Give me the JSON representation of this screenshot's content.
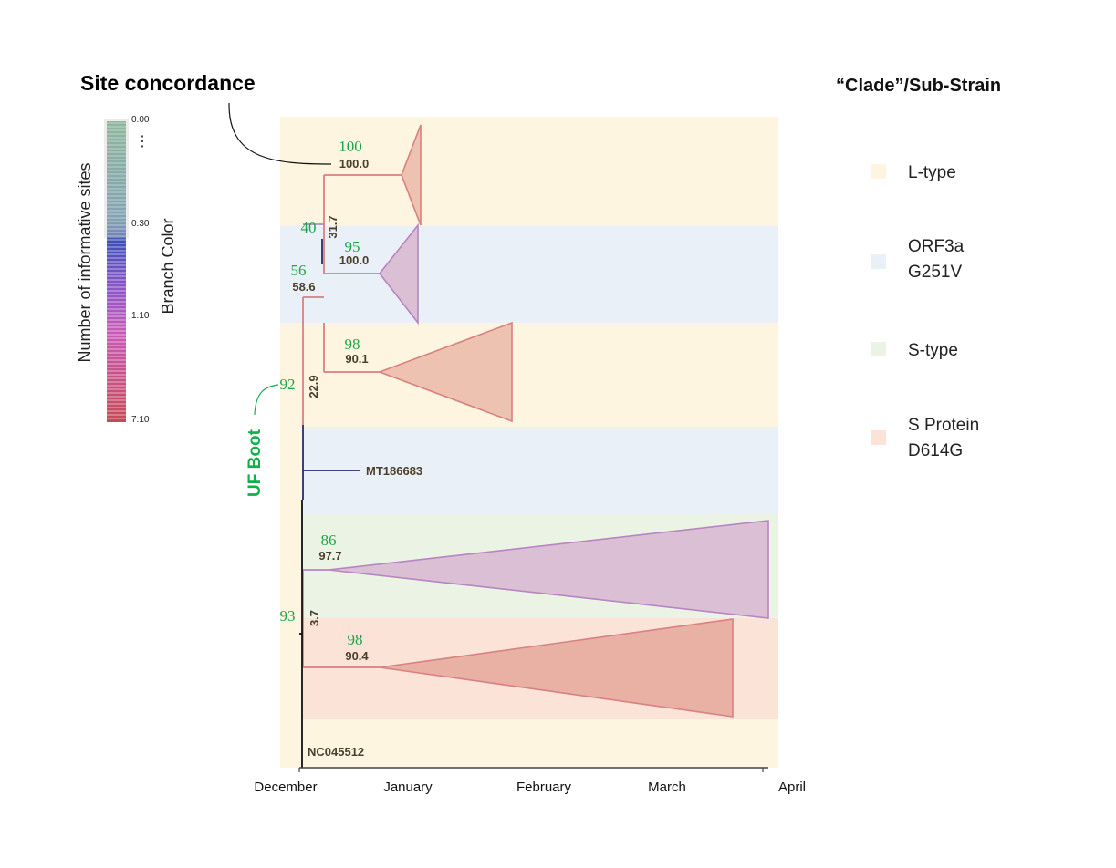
{
  "title": "Site concordance",
  "legend_title": "“Clade”/Sub-Strain",
  "colorbar": {
    "axis_label": "Number of informative sites",
    "color_label": "Branch Color",
    "ticks": [
      "0.00",
      "0.30",
      "1.10",
      "7.10"
    ],
    "ellipsis": "⋮"
  },
  "uf_boot_label": "UF Boot",
  "x_axis": {
    "ticks": [
      "December",
      "January",
      "February",
      "March",
      "April"
    ]
  },
  "legend": [
    {
      "line1": "L-type",
      "line2": "",
      "color": "#fdf5df"
    },
    {
      "line1": "ORF3a",
      "line2": "G251V",
      "color": "#e9f0f8"
    },
    {
      "line1": "S-type",
      "line2": "",
      "color": "#ebf3e5"
    },
    {
      "line1": "S Protein",
      "line2": "D614G",
      "color": "#fbe3d8"
    }
  ],
  "boot_values": {
    "clade_ltype_top": "100",
    "node_40": "40",
    "clade_orf3a": "95",
    "node_56": "56",
    "clade_ltype_mid": "98",
    "node_92": "92",
    "clade_stype": "86",
    "node_93": "93",
    "clade_d614g": "98"
  },
  "concordance_values": {
    "clade_ltype_top": "100.0",
    "node_40": "31.7",
    "clade_orf3a": "100.0",
    "node_56": "58.6",
    "clade_ltype_mid": "90.1",
    "node_92": "22.9",
    "clade_stype": "97.7",
    "node_93": "3.7",
    "clade_d614g": "90.4"
  },
  "taxa": {
    "mt": "MT186683",
    "nc": "NC045512"
  },
  "colors": {
    "boot_green": "#1fa64a",
    "uf_boot_green": "#12b04a",
    "branch_red": "#d98080",
    "branch_purple": "#b884c4",
    "branch_dark_blue": "#2a2a6a",
    "triangle_red_fill": "#edc2b0",
    "triangle_purple_fill": "#dbbfd4",
    "triangle_d614g_fill": "#e9b0a4"
  }
}
